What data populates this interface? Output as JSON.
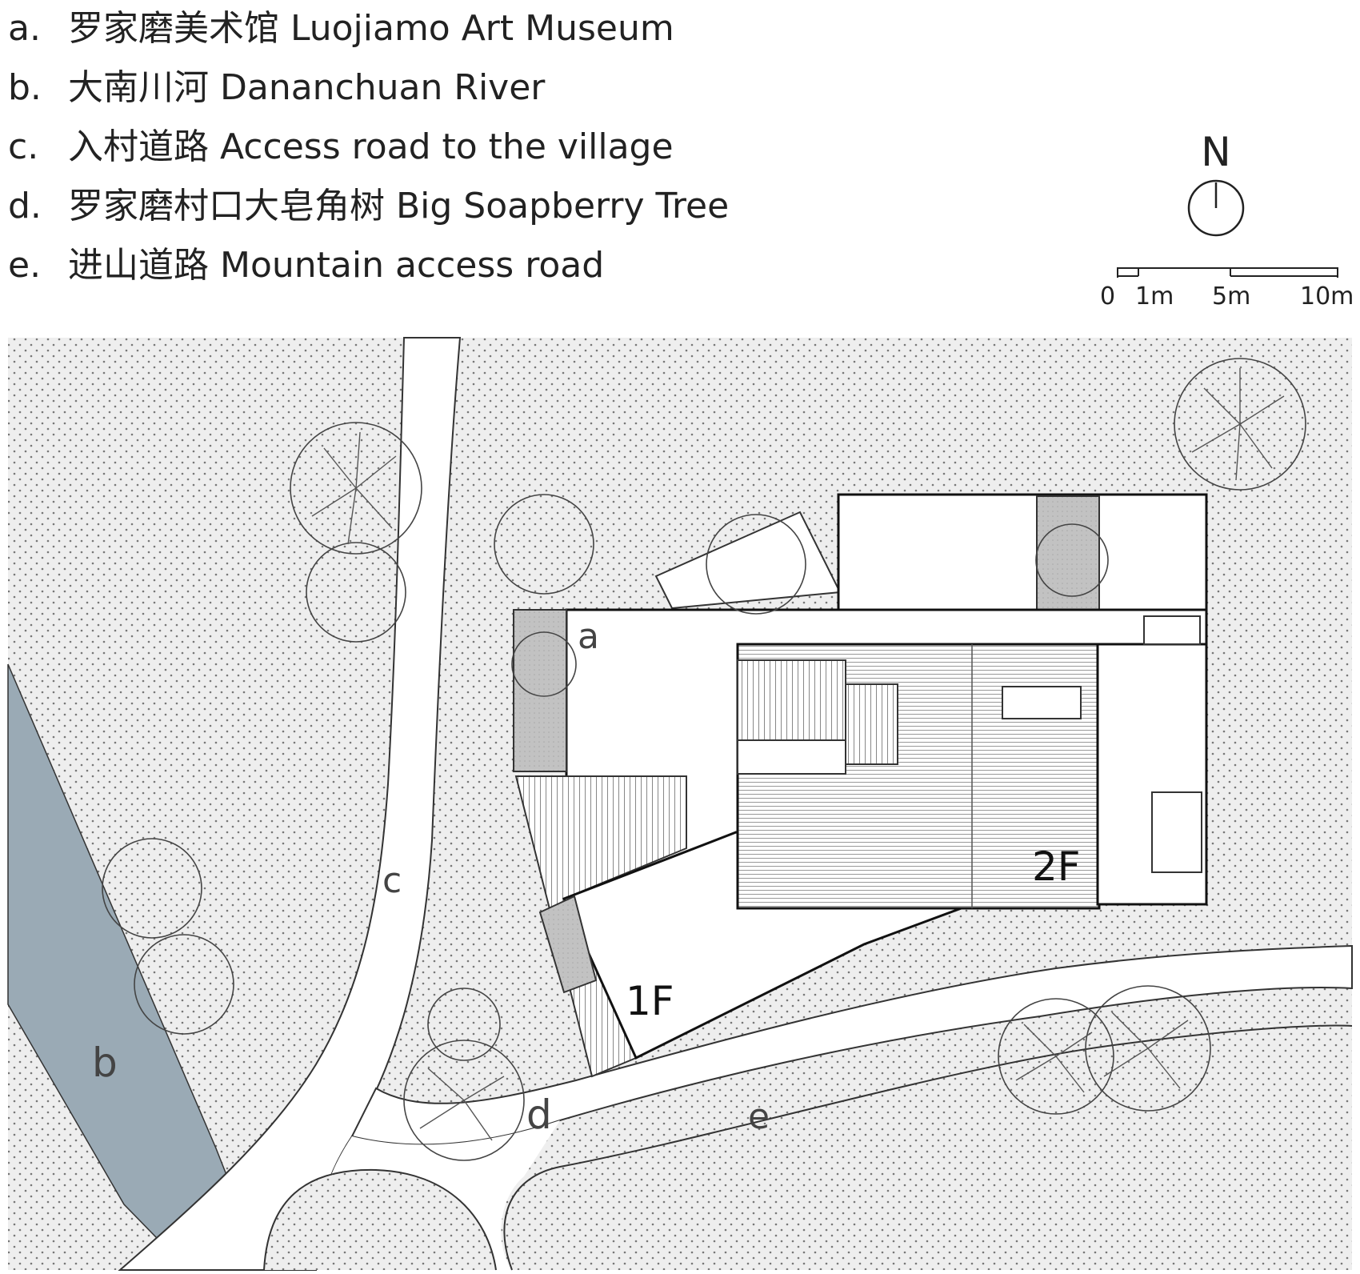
{
  "legend": [
    {
      "key": "a.",
      "text": "罗家磨美术馆 Luojiamo Art Museum"
    },
    {
      "key": "b.",
      "text": "大南川河 Dananchuan River"
    },
    {
      "key": "c.",
      "text": "入村道路 Access road to the village"
    },
    {
      "key": "d.",
      "text": "罗家磨村口大皂角树 Big Soapberry Tree"
    },
    {
      "key": "e.",
      "text": "进山道路 Mountain access road"
    }
  ],
  "north_arrow": {
    "label": "N"
  },
  "scale_bar": {
    "labels": [
      "0",
      "1m",
      "5m",
      "10m"
    ]
  },
  "map_labels": {
    "a": "a",
    "b": "b",
    "c": "c",
    "d": "d",
    "e": "e",
    "floor_1": "1F",
    "floor_2": "2F"
  },
  "colors": {
    "river": "#9aaab5",
    "planted_area": "#c6c6c6",
    "ground": "#eeeeee",
    "road": "#ffffff",
    "outline": "#222222"
  }
}
